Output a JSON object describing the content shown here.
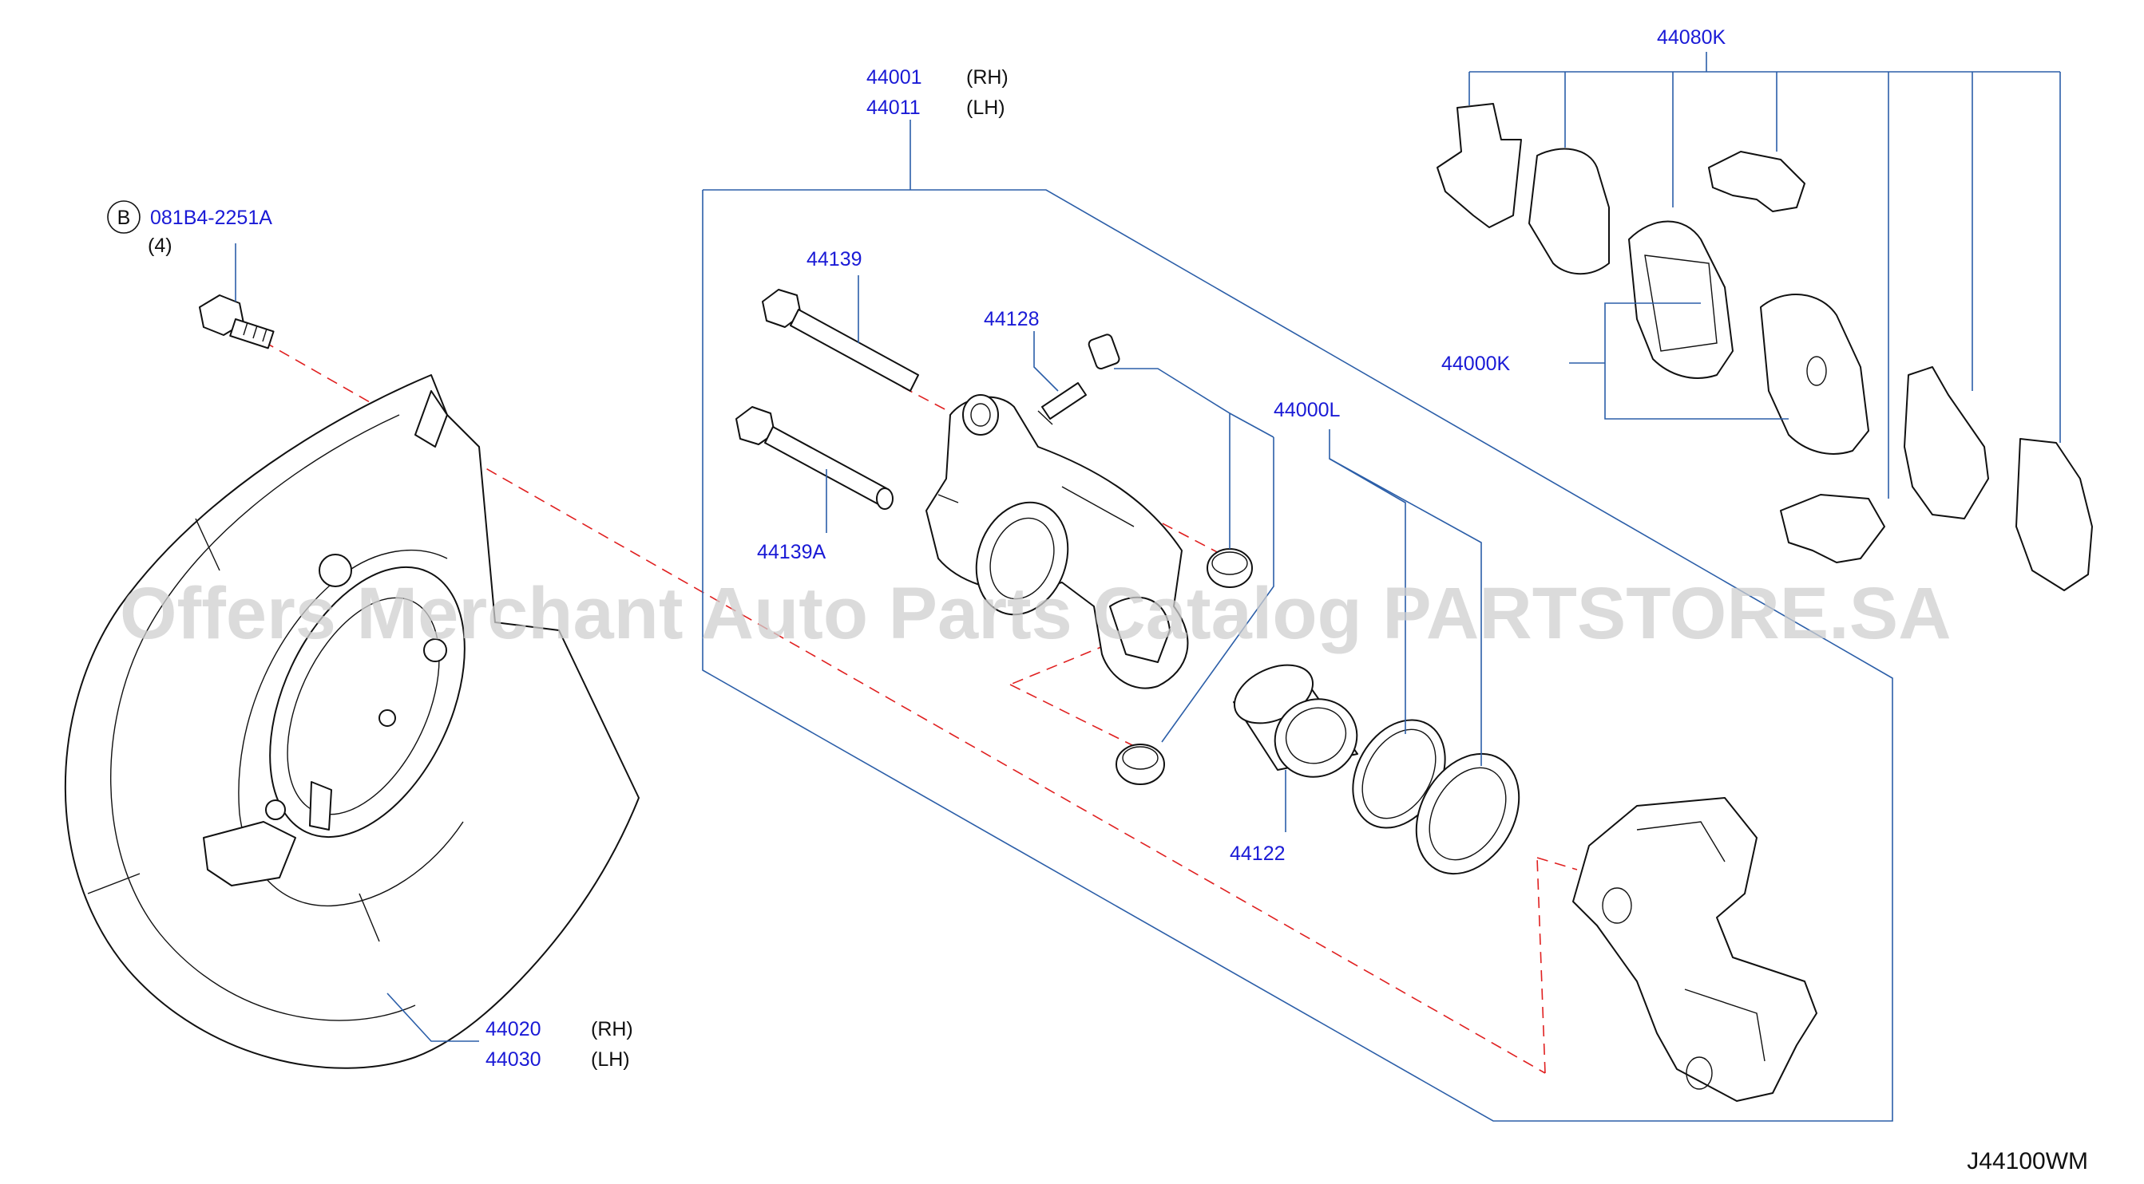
{
  "callouts": {
    "bolt": {
      "part": "081B4-2251A",
      "qty": "(4)",
      "marker": "B"
    },
    "caliper_rh": "44001",
    "caliper_lh": "44011",
    "rh": "(RH)",
    "lh": "(LH)",
    "pin_bolt": "44139",
    "pin_bolt_a": "44139A",
    "bleeder": "44128",
    "seal_kit": "44000L",
    "piston": "44122",
    "pad_kit": "44000K",
    "hardware_kit": "44080K",
    "backing_rh": "44020",
    "backing_lh": "44030"
  },
  "watermark": "Offers Merchant Auto Parts Catalog PARTSTORE.SA",
  "diagram_code": "J44100WM",
  "colors": {
    "part_number": "#1a1ad6",
    "leader": "#2b5ea8",
    "dash": "#e02020",
    "outline": "#111111",
    "watermark": "#cfcfcf"
  }
}
